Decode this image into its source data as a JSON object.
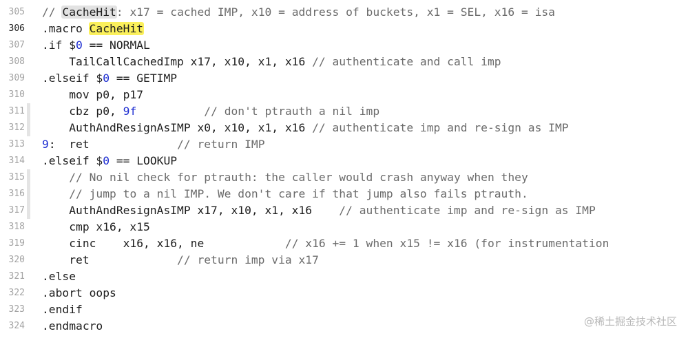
{
  "colors": {
    "background": "#ffffff",
    "code_text": "#1e1e1e",
    "comment": "#6b6b6b",
    "number": "#1c2cd1",
    "line_number": "#a3a3a3",
    "current_line_number": "#1f1f1f",
    "highlight_gray": "#e2e2e2",
    "highlight_yellow": "#fbf05c",
    "fold_ribbon": "#e4e4e4"
  },
  "editor": {
    "current_line": "306",
    "lines": [
      {
        "num": "305",
        "fold": false,
        "segments": [
          {
            "t": "comment",
            "v": "// "
          },
          {
            "t": "hl-gray",
            "v": "CacheHit"
          },
          {
            "t": "comment",
            "v": ": x17 = cached IMP, x10 = address of buckets, x1 = SEL, x16 = isa"
          }
        ]
      },
      {
        "num": "306",
        "fold": false,
        "segments": [
          {
            "t": "plain",
            "v": ".macro "
          },
          {
            "t": "hl-yellow",
            "v": "CacheHit"
          }
        ]
      },
      {
        "num": "307",
        "fold": false,
        "segments": [
          {
            "t": "plain",
            "v": ".if $"
          },
          {
            "t": "number",
            "v": "0"
          },
          {
            "t": "plain",
            "v": " == NORMAL"
          }
        ]
      },
      {
        "num": "308",
        "fold": false,
        "segments": [
          {
            "t": "plain",
            "v": "    TailCallCachedImp x17, x10, x1, x16 "
          },
          {
            "t": "comment",
            "v": "// authenticate and call imp"
          }
        ]
      },
      {
        "num": "309",
        "fold": false,
        "segments": [
          {
            "t": "plain",
            "v": ".elseif $"
          },
          {
            "t": "number",
            "v": "0"
          },
          {
            "t": "plain",
            "v": " == GETIMP"
          }
        ]
      },
      {
        "num": "310",
        "fold": false,
        "segments": [
          {
            "t": "plain",
            "v": "    mov p0, p17"
          }
        ]
      },
      {
        "num": "311",
        "fold": true,
        "segments": [
          {
            "t": "plain",
            "v": "    cbz p0, "
          },
          {
            "t": "number",
            "v": "9f"
          },
          {
            "t": "plain",
            "v": "          "
          },
          {
            "t": "comment",
            "v": "// don't ptrauth a nil imp"
          }
        ]
      },
      {
        "num": "312",
        "fold": true,
        "segments": [
          {
            "t": "plain",
            "v": "    AuthAndResignAsIMP x0, x10, x1, x16 "
          },
          {
            "t": "comment",
            "v": "// authenticate imp and re-sign as IMP"
          }
        ]
      },
      {
        "num": "313",
        "fold": false,
        "segments": [
          {
            "t": "number",
            "v": "9"
          },
          {
            "t": "plain",
            "v": ":  ret             "
          },
          {
            "t": "comment",
            "v": "// return IMP"
          }
        ]
      },
      {
        "num": "314",
        "fold": false,
        "segments": [
          {
            "t": "plain",
            "v": ".elseif $"
          },
          {
            "t": "number",
            "v": "0"
          },
          {
            "t": "plain",
            "v": " == LOOKUP"
          }
        ]
      },
      {
        "num": "315",
        "fold": true,
        "segments": [
          {
            "t": "plain",
            "v": "    "
          },
          {
            "t": "comment",
            "v": "// No nil check for ptrauth: the caller would crash anyway when they"
          }
        ]
      },
      {
        "num": "316",
        "fold": true,
        "segments": [
          {
            "t": "plain",
            "v": "    "
          },
          {
            "t": "comment",
            "v": "// jump to a nil IMP. We don't care if that jump also fails ptrauth."
          }
        ]
      },
      {
        "num": "317",
        "fold": true,
        "segments": [
          {
            "t": "plain",
            "v": "    AuthAndResignAsIMP x17, x10, x1, x16    "
          },
          {
            "t": "comment",
            "v": "// authenticate imp and re-sign as IMP"
          }
        ]
      },
      {
        "num": "318",
        "fold": false,
        "segments": [
          {
            "t": "plain",
            "v": "    cmp x16, x15"
          }
        ]
      },
      {
        "num": "319",
        "fold": false,
        "segments": [
          {
            "t": "plain",
            "v": "    cinc    x16, x16, ne            "
          },
          {
            "t": "comment",
            "v": "// x16 += 1 when x15 != x16 (for instrumentation"
          }
        ]
      },
      {
        "num": "320",
        "fold": false,
        "segments": [
          {
            "t": "plain",
            "v": "    ret             "
          },
          {
            "t": "comment",
            "v": "// return imp via x17"
          }
        ]
      },
      {
        "num": "321",
        "fold": false,
        "segments": [
          {
            "t": "plain",
            "v": ".else"
          }
        ]
      },
      {
        "num": "322",
        "fold": false,
        "segments": [
          {
            "t": "plain",
            "v": ".abort oops"
          }
        ]
      },
      {
        "num": "323",
        "fold": false,
        "segments": [
          {
            "t": "plain",
            "v": ".endif"
          }
        ]
      },
      {
        "num": "324",
        "fold": false,
        "segments": [
          {
            "t": "plain",
            "v": ".endmacro"
          }
        ]
      }
    ]
  },
  "watermark": "@稀土掘金技术社区"
}
